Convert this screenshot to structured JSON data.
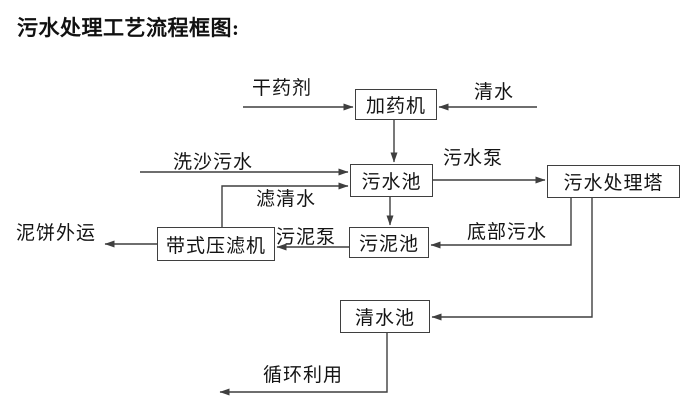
{
  "title": "污水处理工艺流程框图:",
  "diagram": {
    "nodes": [
      {
        "id": "dosing-machine",
        "label": "加药机"
      },
      {
        "id": "sewage-pool",
        "label": "污水池"
      },
      {
        "id": "sewage-treatment-tower",
        "label": "污水处理塔"
      },
      {
        "id": "sludge-pool",
        "label": "污泥池"
      },
      {
        "id": "belt-filter-press",
        "label": "带式压滤机"
      },
      {
        "id": "clean-water-pool",
        "label": "清水池"
      }
    ],
    "flow_labels": [
      {
        "id": "dry-chemical",
        "text": "干药剂"
      },
      {
        "id": "clean-water",
        "text": "清水"
      },
      {
        "id": "sand-washing-sewage",
        "text": "洗沙污水"
      },
      {
        "id": "sewage-pump",
        "text": "污水泵"
      },
      {
        "id": "filtered-water",
        "text": "滤清水"
      },
      {
        "id": "sludge-pump",
        "text": "污泥泵"
      },
      {
        "id": "mud-cake-outbound",
        "text": "泥饼外运"
      },
      {
        "id": "bottom-sewage",
        "text": "底部污水"
      },
      {
        "id": "recycle-reuse",
        "text": "循环利用"
      }
    ],
    "colors": {
      "line": "#3f3f3f",
      "text": "#141414",
      "background": "#ffffff"
    }
  }
}
